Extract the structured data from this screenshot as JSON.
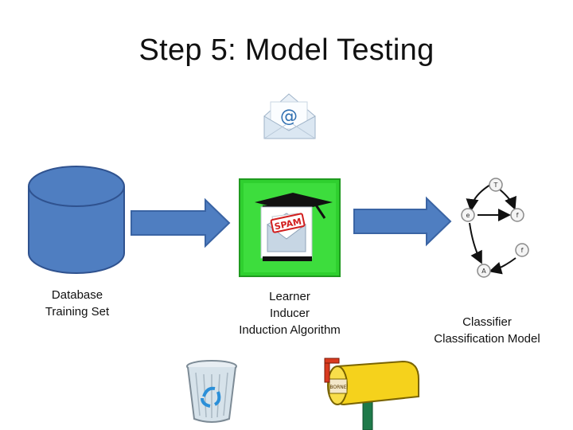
{
  "slide": {
    "title": "Step 5: Model Testing"
  },
  "database": {
    "lines": [
      "Database",
      "Training Set"
    ]
  },
  "learner": {
    "lines": [
      "Learner",
      "Inducer",
      "Induction Algorithm"
    ],
    "icon_text": "SPAM"
  },
  "classifier": {
    "lines": [
      "Classifier",
      "Classification Model"
    ],
    "nodes": [
      "T",
      "e",
      "f",
      "f",
      "A"
    ]
  },
  "mailbox": {
    "tag_text": "BORNE"
  },
  "colors": {
    "database_fill": "#4f7ec1",
    "database_stroke": "#2f528f",
    "arrow_fill": "#4f7ec1",
    "arrow_stroke": "#3a64a4",
    "learner_green": "#2fd02f",
    "mailbox_yellow": "#f5d21c",
    "post_green": "#1f7a4a"
  }
}
